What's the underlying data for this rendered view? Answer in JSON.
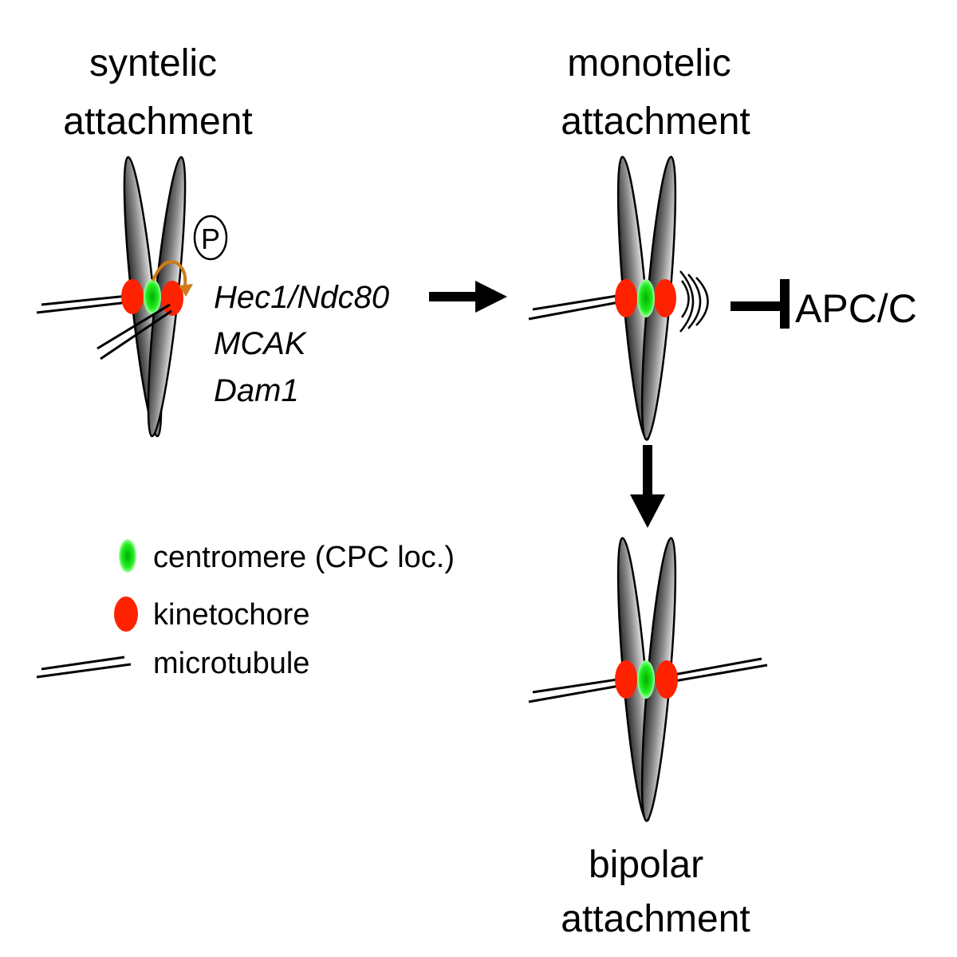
{
  "panels": {
    "syntelic": {
      "title_line1": "syntelic",
      "title_line2": "attachment"
    },
    "monotelic": {
      "title_line1": "monotelic",
      "title_line2": "attachment"
    },
    "bipolar": {
      "title_line1": "bipolar",
      "title_line2": "attachment"
    }
  },
  "phosphorylation": {
    "symbol": "P",
    "targets": [
      "Hec1/Ndc80",
      "MCAK",
      "Dam1"
    ]
  },
  "inhibition": {
    "target": "APC/C"
  },
  "legend": {
    "centromere": "centromere (CPC loc.)",
    "kinetochore": "kinetochore",
    "microtubule": "microtubule"
  },
  "colors": {
    "centromere": "#22ee22",
    "kinetochore": "#ff2200",
    "phospho_arrow": "#d07a1a",
    "chromatid": "#7a7a7a"
  }
}
